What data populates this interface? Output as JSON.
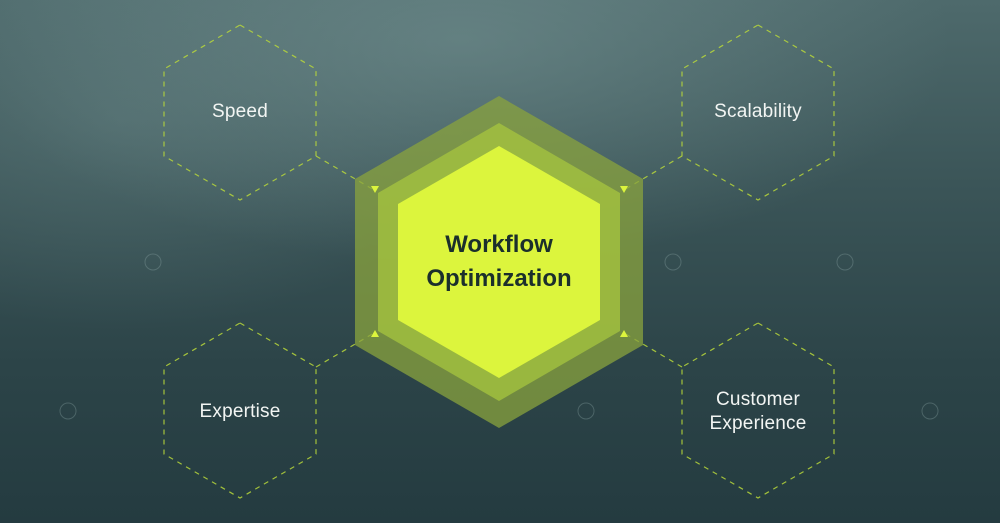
{
  "center": {
    "label": "Workflow\nOptimization"
  },
  "nodes": [
    {
      "id": "speed",
      "label": "Speed"
    },
    {
      "id": "scalability",
      "label": "Scalability"
    },
    {
      "id": "expertise",
      "label": "Expertise"
    },
    {
      "id": "customer-experience",
      "label": "Customer\nExperience"
    }
  ],
  "colors": {
    "accent": "#dcf53d",
    "text_light": "#f2f5f3",
    "text_dark": "#1b2f2c"
  }
}
